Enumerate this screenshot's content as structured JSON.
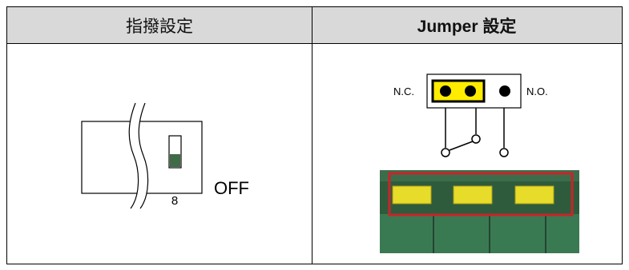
{
  "headers": {
    "dip": "指撥設定",
    "jumper": "Jumper 設定"
  },
  "dip_switch": {
    "position_label": "8",
    "state_label": "OFF"
  },
  "jumper": {
    "nc_label": "N.C.",
    "no_label": "N.O."
  },
  "colors": {
    "header_bg": "#d9d9d9",
    "switch_green": "#3f6b47",
    "jumper_yellow": "#ffec00",
    "photo_highlight": "#c8242a"
  }
}
